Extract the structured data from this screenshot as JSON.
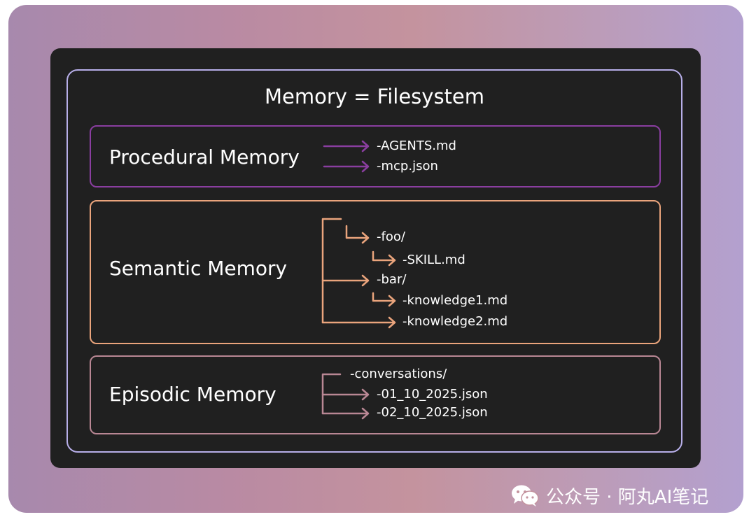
{
  "title": "Memory = Filesystem",
  "procedural": {
    "label": "Procedural Memory",
    "files": [
      "-AGENTS.md",
      "-mcp.json"
    ]
  },
  "semantic": {
    "label": "Semantic Memory",
    "files": [
      "-foo/",
      "-SKILL.md",
      "-bar/",
      "-knowledge1.md",
      "-knowledge2.md"
    ]
  },
  "episodic": {
    "label": "Episodic Memory",
    "files": [
      "-conversations/",
      "-01_10_2025.json",
      "-02_10_2025.json"
    ]
  },
  "watermark": {
    "text": "公众号 · 阿丸AI笔记",
    "icon": "wechat-icon"
  },
  "colors": {
    "procedural": "#8a3ea0",
    "semantic": "#eaa47c",
    "episodic": "#b98794",
    "frame": "#b7aee8"
  }
}
